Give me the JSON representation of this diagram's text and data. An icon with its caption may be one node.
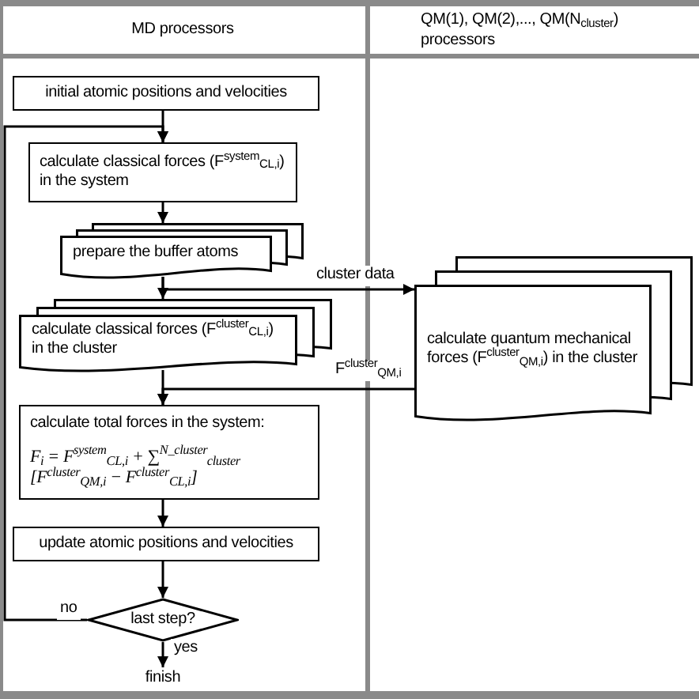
{
  "diagram": {
    "nodes": [
      {
        "text": [
          "initial atomic positions and velocities"
        ]
      },
      {
        "text": [
          "calculate classical forces (F$^{system}$$_{CL,i}$) in the system"
        ]
      },
      {
        "text": [
          "prepare the buffer atoms"
        ]
      },
      {
        "text": [
          "calculate classical forces (F$^{cluster}$$_{CL,i}$) in the cluster"
        ]
      },
      {
        "text": [
          "calculate total forces in the system:",
          "F$_{i}$ = F$^{system}$$_{CL,i}$ + ∑$^{N_cluster}$$_{cluster}$ [F$^{cluster}$$_{QM,i}$ − F$^{cluster}$$_{CL,i}$]"
        ]
      },
      {
        "text": [
          "update atomic positions and velocities"
        ]
      },
      {
        "text": [
          "last step?"
        ]
      },
      {
        "text": [
          "finish"
        ]
      },
      {
        "text": [
          "calculate quantum mechanical forces (F$^{cluster}$$_{QM,i}$) in the cluster"
        ]
      }
    ],
    "edges": [
      {
        "from": 0,
        "to": 1,
        "arrow": "to"
      },
      {
        "from": 1,
        "to": 2,
        "arrow": "to"
      },
      {
        "from": 2,
        "to": 3,
        "arrow": "to"
      },
      {
        "from": 2,
        "to": 8,
        "arrow": "to",
        "label": "cluster data"
      },
      {
        "from": 3,
        "to": 4,
        "arrow": "to"
      },
      {
        "from": 8,
        "to": 4,
        "arrow": "to",
        "label": "F$^{cluster}$$_{QM,i}$"
      },
      {
        "from": 4,
        "to": 5,
        "arrow": "to"
      },
      {
        "from": 5,
        "to": 6,
        "arrow": "to"
      },
      {
        "from": 6,
        "to": 7,
        "arrow": "to",
        "label": "yes"
      },
      {
        "from": 6,
        "to": 1,
        "arrow": "to",
        "label": "no"
      }
    ],
    "labels": [
      "MD processors",
      "QM(1), QM(2),..., QM(N$_{cluster}$) processors"
    ]
  }
}
